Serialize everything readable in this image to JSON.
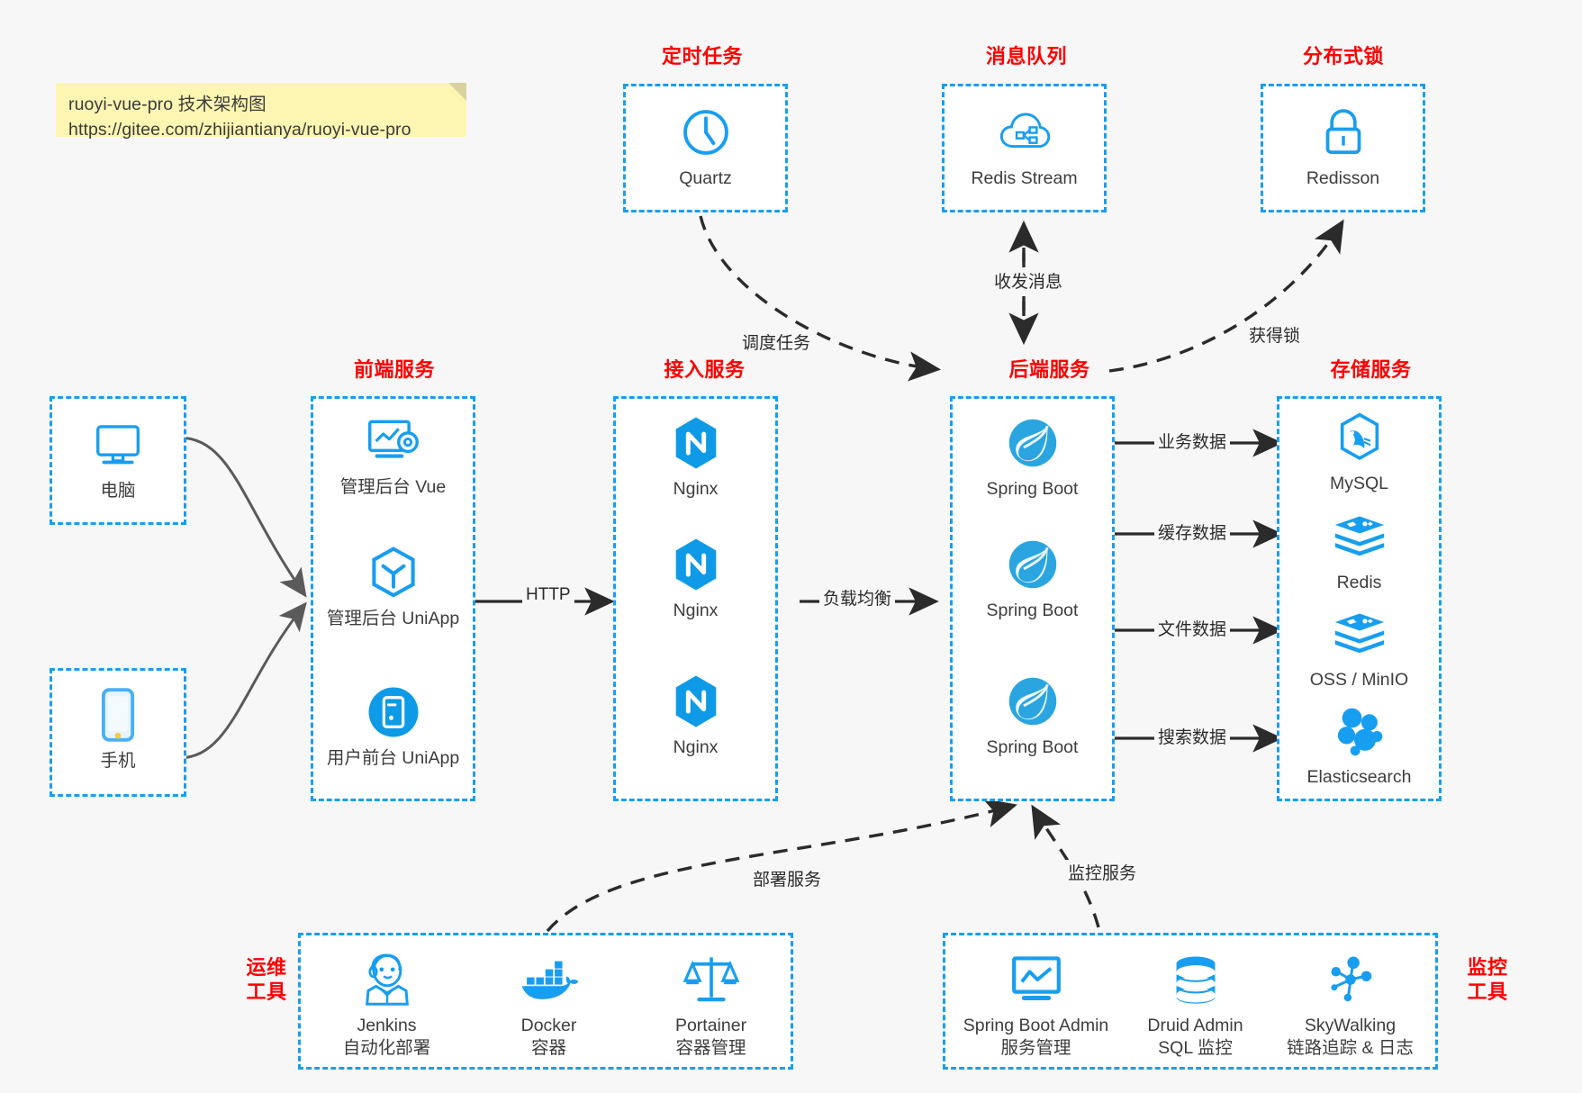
{
  "note": {
    "line1": "ruoyi-vue-pro 技术架构图",
    "line2": "https://gitee.com/zhijiantianya/ruoyi-vue-pro"
  },
  "colors": {
    "accent_blue": "#189ef0",
    "group_label_red": "#ff0000",
    "arrow_dark": "#2b2b2b",
    "arrow_gray": "#5a5a5a",
    "note_yellow": "#fdf6b2",
    "background": "#f7f7f7"
  },
  "groups": {
    "scheduled_task": "定时任务",
    "message_queue": "消息队列",
    "distributed_lock": "分布式锁",
    "frontend_service": "前端服务",
    "access_service": "接入服务",
    "backend_service": "后端服务",
    "storage_service": "存储服务",
    "devops_tools_l1": "运维",
    "devops_tools_l2": "工具",
    "monitor_tools_l1": "监控",
    "monitor_tools_l2": "工具"
  },
  "nodes": {
    "quartz": "Quartz",
    "redis_stream": "Redis Stream",
    "redisson": "Redisson",
    "computer": "电脑",
    "phone": "手机",
    "admin_vue": "管理后台 Vue",
    "admin_uniapp": "管理后台 UniApp",
    "user_uniapp": "用户前台 UniApp",
    "nginx1": "Nginx",
    "nginx2": "Nginx",
    "nginx3": "Nginx",
    "springboot1": "Spring Boot",
    "springboot2": "Spring Boot",
    "springboot3": "Spring Boot",
    "mysql": "MySQL",
    "redis": "Redis",
    "oss_minio": "OSS / MinIO",
    "elasticsearch": "Elasticsearch"
  },
  "devops": [
    {
      "name": "Jenkins",
      "desc": "自动化部署",
      "icon": "jenkins-icon"
    },
    {
      "name": "Docker",
      "desc": "容器",
      "icon": "docker-icon"
    },
    {
      "name": "Portainer",
      "desc": "容器管理",
      "icon": "portainer-scales-icon"
    }
  ],
  "monitor": [
    {
      "name": "Spring Boot Admin",
      "desc": "服务管理",
      "icon": "monitor-chart-icon"
    },
    {
      "name": "Druid Admin",
      "desc": "SQL 监控",
      "icon": "database-icon"
    },
    {
      "name": "SkyWalking",
      "desc": "链路追踪 & 日志",
      "icon": "skywalking-icon"
    }
  ],
  "edges": {
    "schedule_task": "调度任务",
    "send_receive_message": "收发消息",
    "acquire_lock": "获得锁",
    "http": "HTTP",
    "load_balance": "负载均衡",
    "business_data": "业务数据",
    "cache_data": "缓存数据",
    "file_data": "文件数据",
    "search_data": "搜索数据",
    "deploy_service": "部署服务",
    "monitor_service": "监控服务"
  }
}
